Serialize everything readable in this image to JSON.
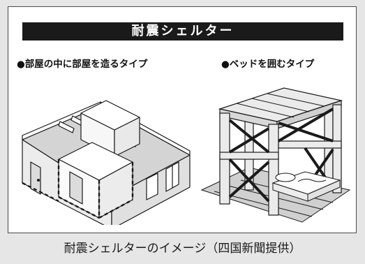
{
  "panel": {
    "title": "耐震シェルター",
    "left_subtitle": "●部屋の中に部屋を造るタイプ",
    "right_subtitle": "●ベッドを囲むタイプ"
  },
  "caption": "耐震シェルターのイメージ（四国新聞提供）",
  "illustrations": {
    "left": "room-inside-room-shelter",
    "right": "bed-frame-shelter"
  }
}
